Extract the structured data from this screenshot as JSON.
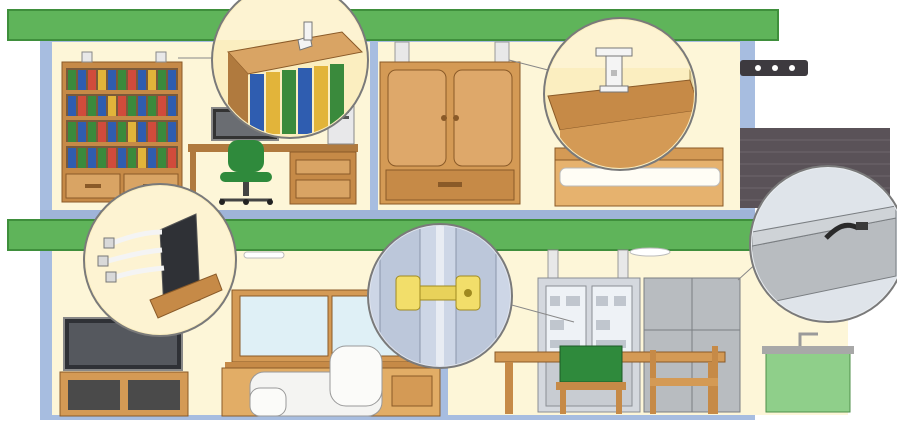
{
  "scene": {
    "subject": "furniture-anti-tip-illustration",
    "colors": {
      "roof_green": "#5fb45a",
      "wall_blue": "#9fb4d9",
      "room_cream": "#fdf6d8",
      "wood": "#d49a55",
      "bookcase": "#c68a47",
      "chair_green": "#2f8a3c",
      "bracket_white": "#f4f4f4",
      "zoom_bg": "#fbeec0",
      "fridge_gray": "#b8bcc0",
      "kitchen_green": "#8fcf8a"
    },
    "callouts": [
      "bookcase-top-bracket",
      "wardrobe-ceiling-pole",
      "tv-wall-strap",
      "cabinet-door-latch",
      "fridge-wall-belt"
    ]
  }
}
